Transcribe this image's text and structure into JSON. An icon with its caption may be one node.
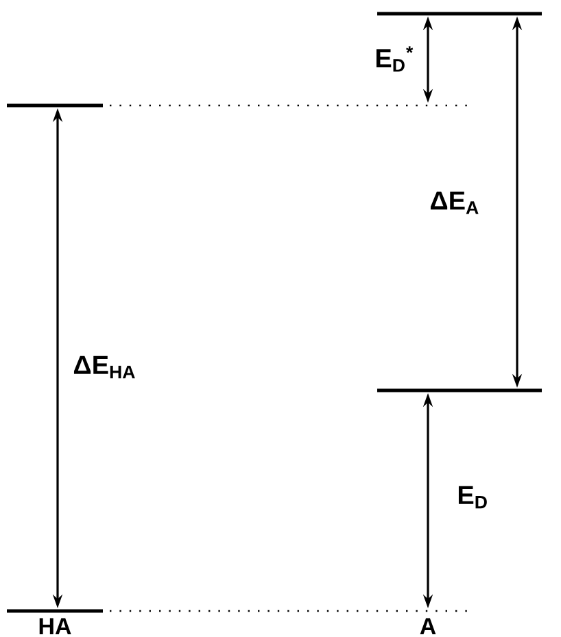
{
  "diagram": {
    "labels": [
      "E$_{D}$$^{*}$",
      "ΔE$_{A}$",
      "ΔE$_{HA}$",
      "E$_{D}$",
      "HA",
      "A"
    ]
  }
}
